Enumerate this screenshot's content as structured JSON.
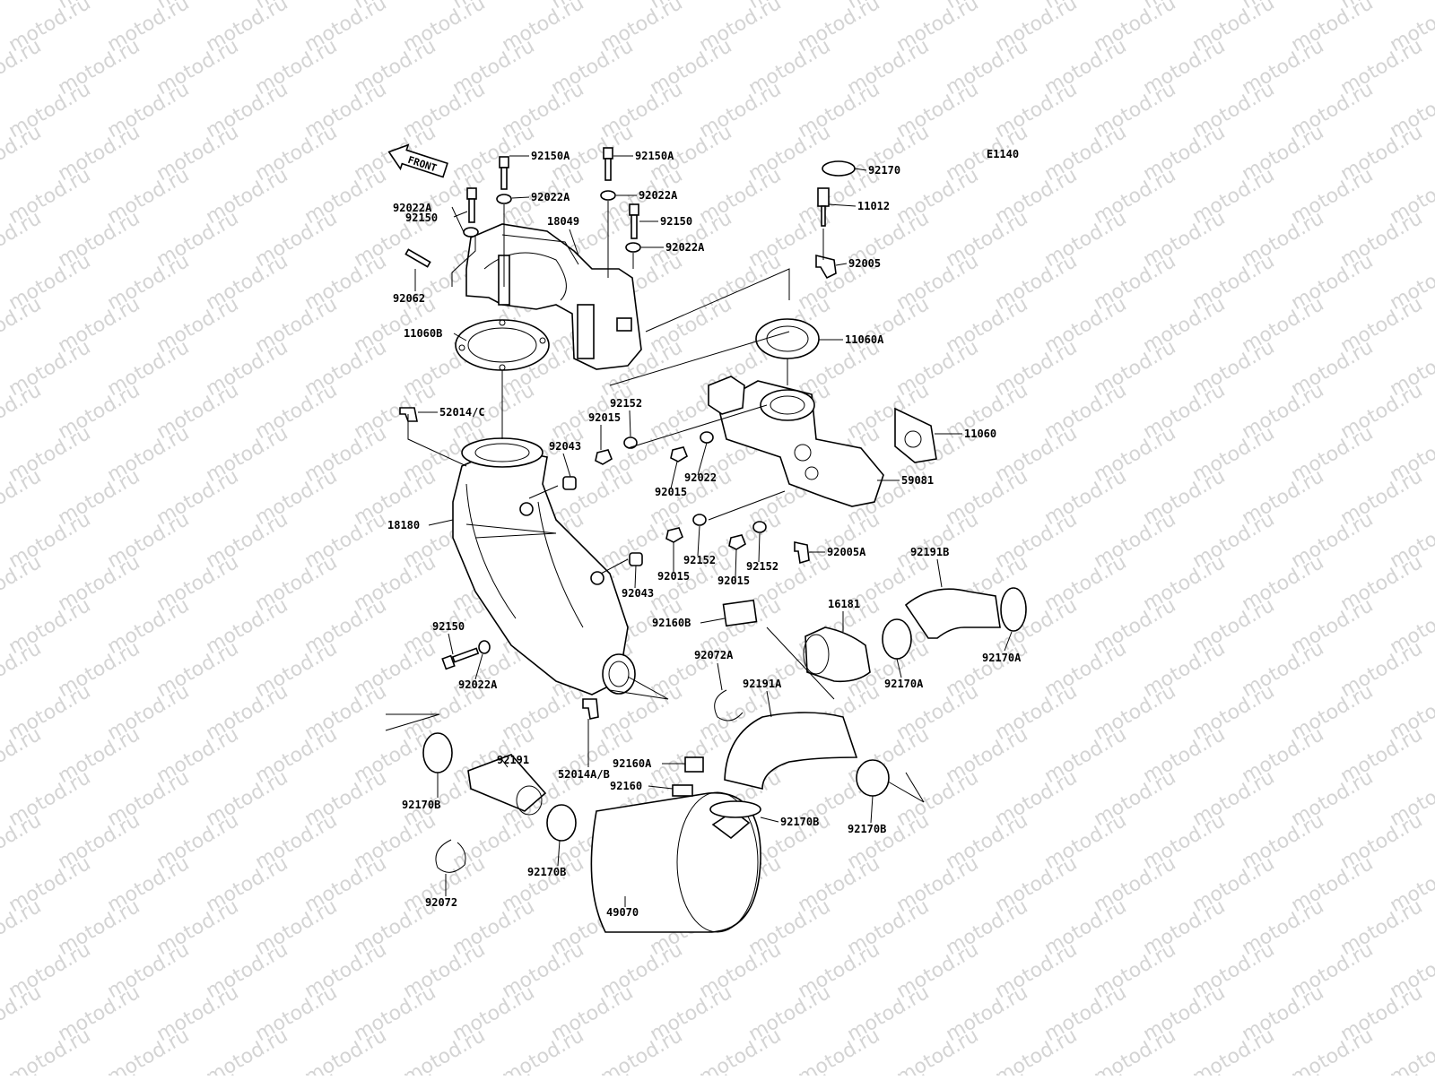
{
  "diagram": {
    "code": "E1140",
    "front_label": "FRONT",
    "watermark_text": "motod.ru",
    "parts": {
      "p92150A_1": "92150A",
      "p92150A_2": "92150A",
      "p92022A_1": "92022A",
      "p92022A_2": "92022A",
      "p92150_1": "92150",
      "p18049": "18049",
      "p92150_2": "92150",
      "p92022A_3": "92022A",
      "p92022A_4": "92022A",
      "p92062": "92062",
      "p11060B": "11060B",
      "p92170": "92170",
      "p11012": "11012",
      "p92005": "92005",
      "p11060A": "11060A",
      "p52014C": "52014/C",
      "p92152_1": "92152",
      "p92015_1": "92015",
      "p92043_1": "92043",
      "p92022": "92022",
      "p92015_2": "92015",
      "p11060": "11060",
      "p59081": "59081",
      "p18180": "18180",
      "p92015_3": "92015",
      "p92152_2": "92152",
      "p92015_4": "92015",
      "p92152_3": "92152",
      "p92005A": "92005A",
      "p92043_2": "92043",
      "p92191B": "92191B",
      "p16181": "16181",
      "p92160B": "92160B",
      "p92150_3": "92150",
      "p92022A_5": "92022A",
      "p92072A": "92072A",
      "p92191A": "92191A",
      "p92170A_1": "92170A",
      "p92170A_2": "92170A",
      "p52014AB": "52014A/B",
      "p92191": "92191",
      "p92160A": "92160A",
      "p92160": "92160",
      "p92170B_1": "92170B",
      "p92170B_2": "92170B",
      "p92170B_3": "92170B",
      "p92170B_4": "92170B",
      "p92072": "92072",
      "p49070": "49070"
    }
  }
}
